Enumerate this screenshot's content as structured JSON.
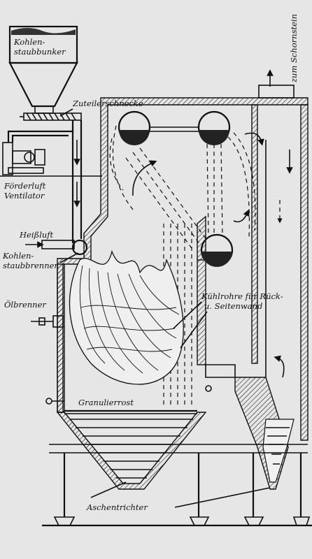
{
  "labels": {
    "bunker": "Kohlen-\nstaubbunker",
    "feeder_screw": "Zuteilerschnecke",
    "fan": "Förderluft\nVentilator",
    "hot_air": "Heißluft",
    "burner": "Kohlen-\nstaubbrenner",
    "oil_burner": "Ölbrenner",
    "cooling_tubes": "Kühlrohre für Rück-\nu. Seitenwand",
    "grate": "Granulierrost",
    "ash_hopper": "Aschentrichter",
    "chimney": "zum Schornstein"
  }
}
